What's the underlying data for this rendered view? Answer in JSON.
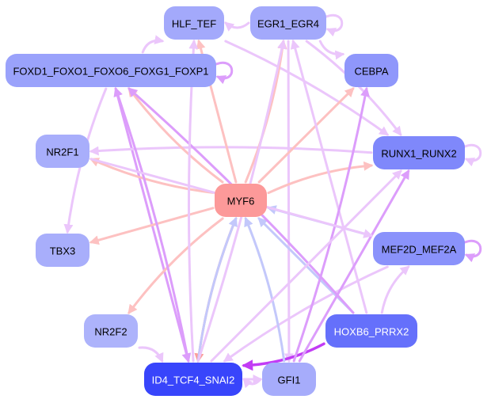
{
  "graph": {
    "title": "",
    "nodes": [
      {
        "id": "HLF_TEF",
        "label": "HLF_TEF",
        "color": "#a3a9fb",
        "text_color": "#000000"
      },
      {
        "id": "EGR1_EGR4",
        "label": "EGR1_EGR4",
        "color": "#a3a9fb",
        "text_color": "#000000"
      },
      {
        "id": "FOXD1_FOXO1_FOXO6_FOXG1_FOXP1",
        "label": "FOXD1_FOXO1_FOXO6_FOXG1_FOXP1",
        "color": "#9aa2fb",
        "text_color": "#000000"
      },
      {
        "id": "CEBPA",
        "label": "CEBPA",
        "color": "#8f97fb",
        "text_color": "#000000"
      },
      {
        "id": "NR2F1",
        "label": "NR2F1",
        "color": "#a8aefb",
        "text_color": "#000000"
      },
      {
        "id": "RUNX1_RUNX2",
        "label": "RUNX1_RUNX2",
        "color": "#7f88fb",
        "text_color": "#000000"
      },
      {
        "id": "MYF6",
        "label": "MYF6",
        "color": "#fc9999",
        "text_color": "#000000"
      },
      {
        "id": "TBX3",
        "label": "TBX3",
        "color": "#a8aefb",
        "text_color": "#000000"
      },
      {
        "id": "MEF2D_MEF2A",
        "label": "MEF2D_MEF2A",
        "color": "#8a92fb",
        "text_color": "#000000"
      },
      {
        "id": "NR2F2",
        "label": "NR2F2",
        "color": "#adb3fb",
        "text_color": "#000000"
      },
      {
        "id": "HOXB6_PRRX2",
        "label": "HOXB6_PRRX2",
        "color": "#6570fb",
        "text_color": "#ffffff"
      },
      {
        "id": "ID4_TCF4_SNAI2",
        "label": "ID4_TCF4_SNAI2",
        "color": "#3845fb",
        "text_color": "#ffffff"
      },
      {
        "id": "GFI1",
        "label": "GFI1",
        "color": "#a6acfb",
        "text_color": "#000000"
      }
    ],
    "edge_colors": {
      "light_violet": "#ebc6fb",
      "violet": "#dc9dfb",
      "strong_violet": "#c23cf5",
      "pink": "#fdc1c1",
      "salmon": "#fb9e9a",
      "periwinkle": "#c3c8fb"
    },
    "edges": [
      {
        "from": "EGR1_EGR4",
        "to": "HLF_TEF",
        "color": "light_violet"
      },
      {
        "from": "EGR1_EGR4",
        "to": "EGR1_EGR4",
        "color": "light_violet"
      },
      {
        "from": "EGR1_EGR4",
        "to": "CEBPA",
        "color": "light_violet"
      },
      {
        "from": "EGR1_EGR4",
        "to": "RUNX1_RUNX2",
        "color": "light_violet"
      },
      {
        "from": "EGR1_EGR4",
        "to": "GFI1",
        "color": "light_violet"
      },
      {
        "from": "FOXD1_FOXO1_FOXO6_FOXG1_FOXP1",
        "to": "FOXD1_FOXO1_FOXO6_FOXG1_FOXP1",
        "color": "violet"
      },
      {
        "from": "FOXD1_FOXO1_FOXO6_FOXG1_FOXP1",
        "to": "HLF_TEF",
        "color": "light_violet"
      },
      {
        "from": "FOXD1_FOXO1_FOXO6_FOXG1_FOXP1",
        "to": "ID4_TCF4_SNAI2",
        "color": "violet"
      },
      {
        "from": "FOXD1_FOXO1_FOXO6_FOXG1_FOXP1",
        "to": "TBX3",
        "color": "light_violet"
      },
      {
        "from": "HLF_TEF",
        "to": "RUNX1_RUNX2",
        "color": "light_violet"
      },
      {
        "from": "RUNX1_RUNX2",
        "to": "RUNX1_RUNX2",
        "color": "light_violet"
      },
      {
        "from": "RUNX1_RUNX2",
        "to": "NR2F1",
        "color": "light_violet"
      },
      {
        "from": "MEF2D_MEF2A",
        "to": "MEF2D_MEF2A",
        "color": "violet"
      },
      {
        "from": "MEF2D_MEF2A",
        "to": "MYF6",
        "color": "periwinkle"
      },
      {
        "from": "MEF2D_MEF2A",
        "to": "ID4_TCF4_SNAI2",
        "color": "light_violet"
      },
      {
        "from": "MYF6",
        "to": "NR2F1",
        "color": "pink"
      },
      {
        "from": "MYF6",
        "to": "TBX3",
        "color": "pink"
      },
      {
        "from": "MYF6",
        "to": "NR2F2",
        "color": "pink"
      },
      {
        "from": "MYF6",
        "to": "RUNX1_RUNX2",
        "color": "pink"
      },
      {
        "from": "MYF6",
        "to": "CEBPA",
        "color": "pink"
      },
      {
        "from": "MYF6",
        "to": "EGR1_EGR4",
        "color": "pink"
      },
      {
        "from": "MYF6",
        "to": "FOXD1_FOXO1_FOXO6_FOXG1_FOXP1",
        "color": "pink"
      },
      {
        "from": "MYF6",
        "to": "HLF_TEF",
        "color": "pink"
      },
      {
        "from": "MYF6",
        "to": "ID4_TCF4_SNAI2",
        "color": "salmon"
      },
      {
        "from": "HOXB6_PRRX2",
        "to": "ID4_TCF4_SNAI2",
        "color": "strong_violet"
      },
      {
        "from": "HOXB6_PRRX2",
        "to": "MYF6",
        "color": "periwinkle"
      },
      {
        "from": "HOXB6_PRRX2",
        "to": "FOXD1_FOXO1_FOXO6_FOXG1_FOXP1",
        "color": "violet"
      },
      {
        "from": "HOXB6_PRRX2",
        "to": "MEF2D_MEF2A",
        "color": "light_violet"
      },
      {
        "from": "HOXB6_PRRX2",
        "to": "EGR1_EGR4",
        "color": "light_violet"
      },
      {
        "from": "GFI1",
        "to": "MYF6",
        "color": "periwinkle"
      },
      {
        "from": "GFI1",
        "to": "ID4_TCF4_SNAI2",
        "color": "light_violet"
      },
      {
        "from": "GFI1",
        "to": "RUNX1_RUNX2",
        "color": "violet"
      },
      {
        "from": "GFI1",
        "to": "CEBPA",
        "color": "violet"
      },
      {
        "from": "ID4_TCF4_SNAI2",
        "to": "MYF6",
        "color": "periwinkle"
      },
      {
        "from": "ID4_TCF4_SNAI2",
        "to": "GFI1",
        "color": "light_violet"
      },
      {
        "from": "ID4_TCF4_SNAI2",
        "to": "EGR1_EGR4",
        "color": "light_violet"
      },
      {
        "from": "ID4_TCF4_SNAI2",
        "to": "HLF_TEF",
        "color": "light_violet"
      },
      {
        "from": "ID4_TCF4_SNAI2",
        "to": "RUNX1_RUNX2",
        "color": "light_violet"
      },
      {
        "from": "ID4_TCF4_SNAI2",
        "to": "FOXD1_FOXO1_FOXO6_FOXG1_FOXP1",
        "color": "violet"
      },
      {
        "from": "NR2F2",
        "to": "ID4_TCF4_SNAI2",
        "color": "light_violet"
      },
      {
        "from": "NR2F1",
        "to": "MEF2D_MEF2A",
        "color": "light_violet"
      }
    ]
  }
}
